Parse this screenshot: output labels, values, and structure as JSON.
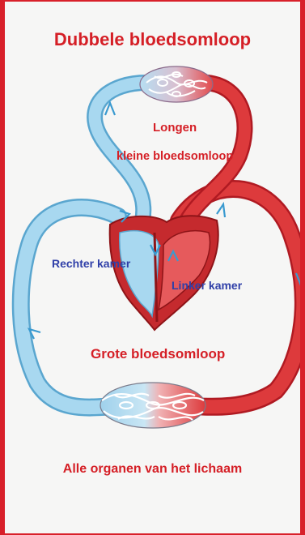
{
  "title": "Dubbele bloedsomloop",
  "labels": {
    "lungs": "Longen",
    "small_circulation": "kleine bloedsomloop",
    "right_ventricle": "Rechter kamer",
    "left_ventricle": "Linker kamer",
    "large_circulation": "Grote bloedsomloop",
    "organs": "Alle organen van het lichaam"
  },
  "colors": {
    "frame": "#d8202a",
    "oxygen_poor": "#a8d8f0",
    "oxygen_poor_edge": "#5aa6cf",
    "oxygen_rich": "#dd3a3c",
    "oxygen_rich_edge": "#b01a22",
    "title_text": "#d51f26",
    "chamber_text": "#2f3fa8",
    "arrow": "#3a9ad0"
  }
}
